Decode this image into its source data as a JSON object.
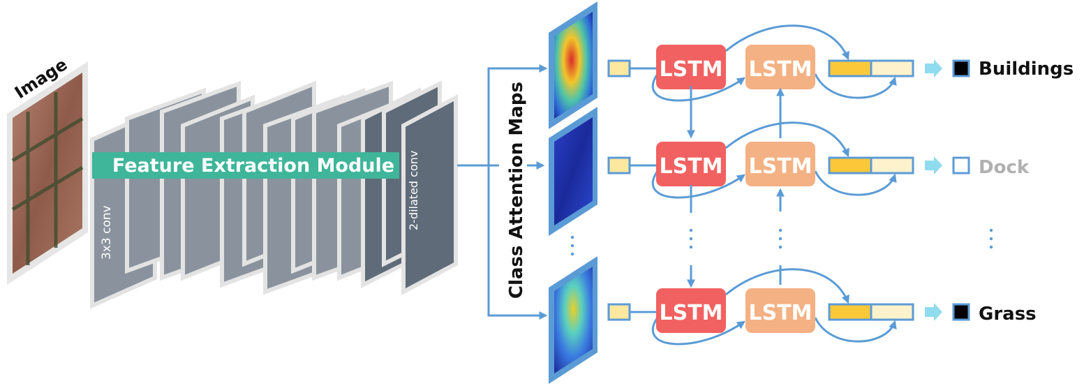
{
  "image_label": "Image",
  "module_label": "Feature Extraction Module",
  "conv_first_label": "3x3 conv",
  "conv_last_label": "2-dilated conv",
  "attention_label": "Class Attention Maps",
  "lstm_label": "LSTM",
  "outputs": [
    {
      "label": "Buildings",
      "active": true
    },
    {
      "label": "Dock",
      "active": false
    },
    {
      "label": "Grass",
      "active": true
    }
  ],
  "colors": {
    "arrow": "#5b9bd5",
    "lstm_forward": "#f26161",
    "lstm_backward": "#f4b183",
    "module_bar": "#3fb59a",
    "conv_layer": "#8a939d",
    "conv_layer_dark": "#5f6b78",
    "active_checkbox": "#000000",
    "inactive_text": "#b0b0b0",
    "output_bar_fill": "#fbc83a",
    "output_bar_empty": "#fdf2cc",
    "feature_cell": "#fde8a0",
    "output_arrow": "#8fdcef"
  }
}
